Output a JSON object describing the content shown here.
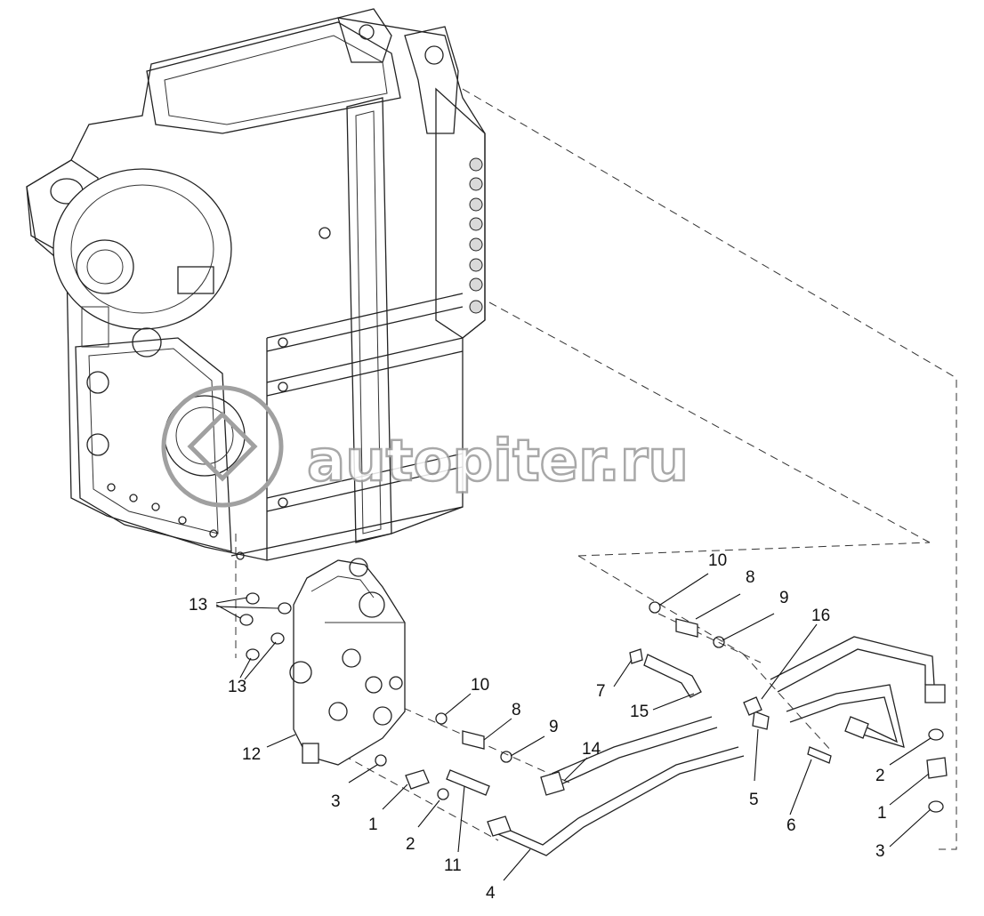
{
  "watermark": "autopiter.ru",
  "labels": {
    "l13a": "13",
    "l13b": "13",
    "l12": "12",
    "l3a": "3",
    "l1a": "1",
    "l2a": "2",
    "l11": "11",
    "l10a": "10",
    "l8a": "8",
    "l9a": "9",
    "l14": "14",
    "l4": "4",
    "l7": "7",
    "l15": "15",
    "l5": "5",
    "l6": "6",
    "l10b": "10",
    "l8b": "8",
    "l9b": "9",
    "l16": "16",
    "l2b": "2",
    "l1b": "1",
    "l3b": "3"
  }
}
